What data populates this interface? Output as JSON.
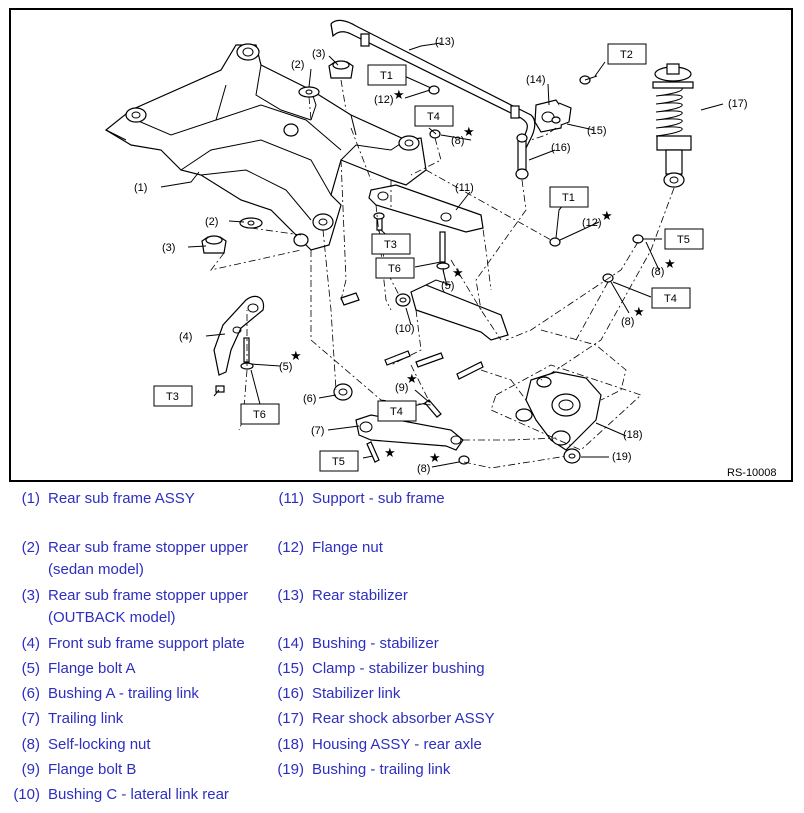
{
  "figure": {
    "code": "RS-10008",
    "callouts": [
      "(1)",
      "(2)",
      "(3)",
      "(4)",
      "(5)",
      "(6)",
      "(7)",
      "(8)",
      "(9)",
      "(10)",
      "(11)",
      "(12)",
      "(13)",
      "(14)",
      "(15)",
      "(16)",
      "(17)",
      "(18)",
      "(19)"
    ],
    "torque_marks": [
      "T1",
      "T2",
      "T3",
      "T4",
      "T5",
      "T6"
    ],
    "star": "★"
  },
  "legend": {
    "items": [
      {
        "num": "(1)",
        "name": "Rear sub frame ASSY"
      },
      {
        "num": "(2)",
        "name": "Rear sub frame stopper upper (sedan model)"
      },
      {
        "num": "(3)",
        "name": "Rear sub frame stopper upper (OUTBACK model)"
      },
      {
        "num": "(4)",
        "name": "Front sub frame support plate"
      },
      {
        "num": "(5)",
        "name": "Flange bolt A"
      },
      {
        "num": "(6)",
        "name": "Bushing A - trailing link"
      },
      {
        "num": "(7)",
        "name": "Trailing link"
      },
      {
        "num": "(8)",
        "name": "Self-locking nut"
      },
      {
        "num": "(9)",
        "name": "Flange bolt B"
      },
      {
        "num": "(10)",
        "name": "Bushing C - lateral link rear"
      },
      {
        "num": "(11)",
        "name": "Support - sub frame"
      },
      {
        "num": "(12)",
        "name": "Flange nut"
      },
      {
        "num": "(13)",
        "name": "Rear stabilizer"
      },
      {
        "num": "(14)",
        "name": "Bushing - stabilizer"
      },
      {
        "num": "(15)",
        "name": "Clamp - stabilizer bushing"
      },
      {
        "num": "(16)",
        "name": "Stabilizer link"
      },
      {
        "num": "(17)",
        "name": "Rear shock absorber ASSY"
      },
      {
        "num": "(18)",
        "name": "Housing ASSY - rear axle"
      },
      {
        "num": "(19)",
        "name": "Bushing - trailing link"
      }
    ]
  },
  "colors": {
    "legend_text": "#2e2ec0",
    "line": "#000000",
    "background": "#ffffff"
  }
}
